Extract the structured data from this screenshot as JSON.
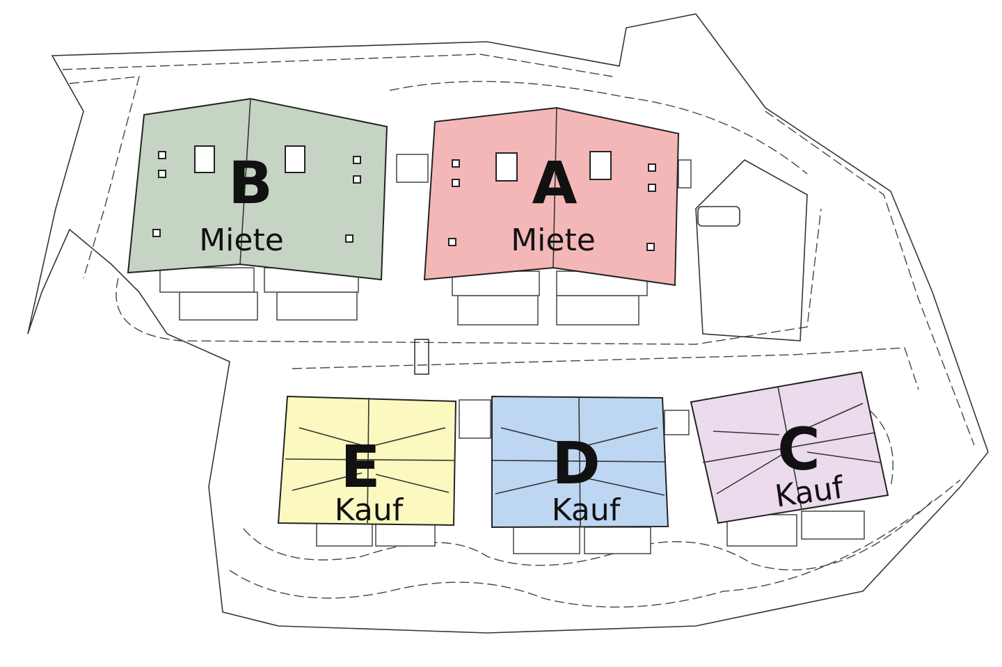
{
  "buildings": [
    {
      "letter": "B",
      "type": "Miete",
      "color": "#c6d4c3"
    },
    {
      "letter": "A",
      "type": "Miete",
      "color": "#f4b7b7"
    },
    {
      "letter": "E",
      "type": "Kauf",
      "color": "#fbf9bf"
    },
    {
      "letter": "D",
      "type": "Kauf",
      "color": "#bdd7f3"
    },
    {
      "letter": "C",
      "type": "Kauf",
      "color": "#ebdbec"
    }
  ]
}
